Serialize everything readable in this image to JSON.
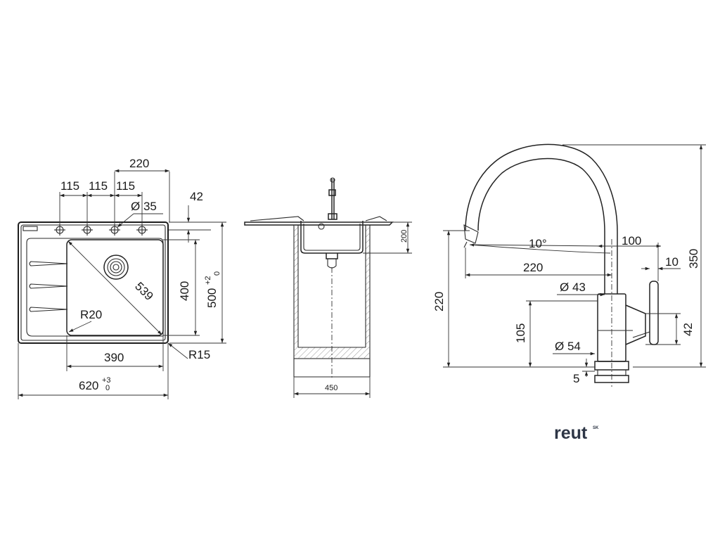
{
  "plan_view": {
    "width_total": "620",
    "width_tolerance_upper": "+3",
    "width_tolerance_lower": "0",
    "depth_total": "500",
    "depth_tolerance_upper": "+2",
    "depth_tolerance_lower": "0",
    "bowl_width": "390",
    "bowl_depth": "400",
    "bowl_diagonal": "539",
    "bowl_radius": "R20",
    "corner_radius": "R15",
    "tap_hole_span": "220",
    "tap_hole_spacing_1": "115",
    "tap_hole_spacing_2": "115",
    "tap_hole_spacing_3": "115",
    "tap_hole_diameter": "Ø 35",
    "tap_hole_offset": "42"
  },
  "section_view": {
    "bowl_height": "200",
    "cabinet_width": "450"
  },
  "tap_view": {
    "height_total": "350",
    "spout_height": "220",
    "spout_reach": "220",
    "spout_angle": "10°",
    "body_offset": "100",
    "handle_gap": "10",
    "body_diameter": "Ø 43",
    "base_diameter": "Ø 54",
    "lever_height": "42",
    "body_height": "105",
    "base_thickness": "5"
  },
  "logo": {
    "text": "reut",
    "suffix": "SK"
  }
}
